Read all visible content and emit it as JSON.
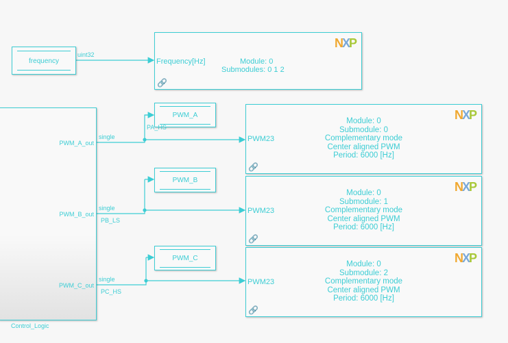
{
  "frequency_block": {
    "label": "frequency",
    "signal": "uint32"
  },
  "freq_block": {
    "port": "Frequency[Hz]",
    "lines": [
      "Module: 0",
      "Submodules: 0  1  2"
    ]
  },
  "control_logic": {
    "name": "Control_Logic",
    "ports": [
      "PWM_A_out",
      "PWM_B_out",
      "PWM_C_out"
    ]
  },
  "gotos": [
    {
      "label": "PWM_A",
      "signal": "single",
      "tag": "PA_HS"
    },
    {
      "label": "PWM_B",
      "signal": "single",
      "tag": "PB_LS"
    },
    {
      "label": "PWM_C",
      "signal": "single",
      "tag": "PC_HS"
    }
  ],
  "pwm_blocks": [
    {
      "port": "PWM23",
      "lines": [
        "Module: 0",
        "Submodule: 0",
        "Complementary mode",
        "Center aligned PWM",
        "Period: 6000 [Hz]"
      ]
    },
    {
      "port": "PWM23",
      "lines": [
        "Module: 0",
        "Submodule: 1",
        "Complementary mode",
        "Center aligned PWM",
        "Period: 6000 [Hz]"
      ]
    },
    {
      "port": "PWM23",
      "lines": [
        "Module: 0",
        "Submodule: 2",
        "Complementary mode",
        "Center aligned PWM",
        "Period: 6000 [Hz]"
      ]
    }
  ],
  "logo": "NXP",
  "colors": {
    "signal": "#3ccdd4",
    "logo_n": "#f0a830",
    "logo_x": "#7aa8d8",
    "logo_p": "#a8c838"
  }
}
